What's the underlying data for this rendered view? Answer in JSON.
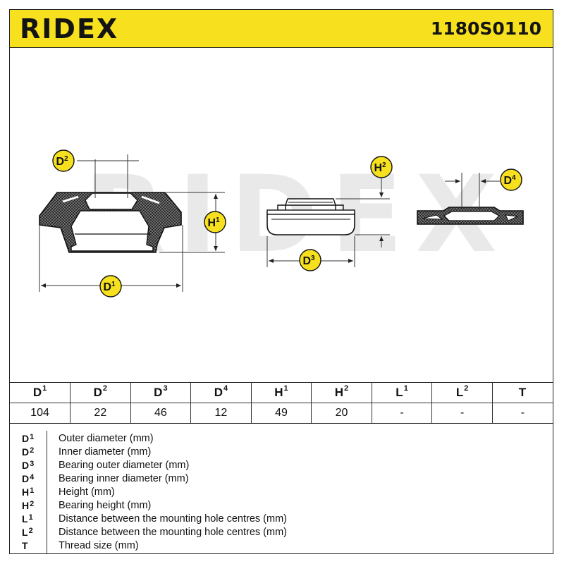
{
  "header": {
    "brand": "RIDEX",
    "part_number": "1180S0110",
    "background_color": "#f7e11e"
  },
  "drawing": {
    "watermark": "RIDEX",
    "callouts": {
      "d2": {
        "letter": "D",
        "sup": "2"
      },
      "h1": {
        "letter": "H",
        "sup": "1"
      },
      "d1": {
        "letter": "D",
        "sup": "1"
      },
      "h2": {
        "letter": "H",
        "sup": "2"
      },
      "d3": {
        "letter": "D",
        "sup": "3"
      },
      "d4": {
        "letter": "D",
        "sup": "4"
      }
    }
  },
  "specs": {
    "columns": [
      {
        "letter": "D",
        "sup": "1",
        "value": "104"
      },
      {
        "letter": "D",
        "sup": "2",
        "value": "22"
      },
      {
        "letter": "D",
        "sup": "3",
        "value": "46"
      },
      {
        "letter": "D",
        "sup": "4",
        "value": "12"
      },
      {
        "letter": "H",
        "sup": "1",
        "value": "49"
      },
      {
        "letter": "H",
        "sup": "2",
        "value": "20"
      },
      {
        "letter": "L",
        "sup": "1",
        "value": "-"
      },
      {
        "letter": "L",
        "sup": "2",
        "value": "-"
      },
      {
        "letter": "T",
        "sup": "",
        "value": "-"
      }
    ]
  },
  "legend": [
    {
      "letter": "D",
      "sup": "1",
      "text": "Outer diameter (mm)"
    },
    {
      "letter": "D",
      "sup": "2",
      "text": "Inner diameter (mm)"
    },
    {
      "letter": "D",
      "sup": "3",
      "text": "Bearing outer diameter (mm)"
    },
    {
      "letter": "D",
      "sup": "4",
      "text": "Bearing inner diameter (mm)"
    },
    {
      "letter": "H",
      "sup": "1",
      "text": "Height (mm)"
    },
    {
      "letter": "H",
      "sup": "2",
      "text": "Bearing height (mm)"
    },
    {
      "letter": "L",
      "sup": "1",
      "text": "Distance between the mounting hole centres (mm)"
    },
    {
      "letter": "L",
      "sup": "2",
      "text": "Distance between the mounting hole centres (mm)"
    },
    {
      "letter": "T",
      "sup": "",
      "text": "Thread size (mm)"
    }
  ]
}
